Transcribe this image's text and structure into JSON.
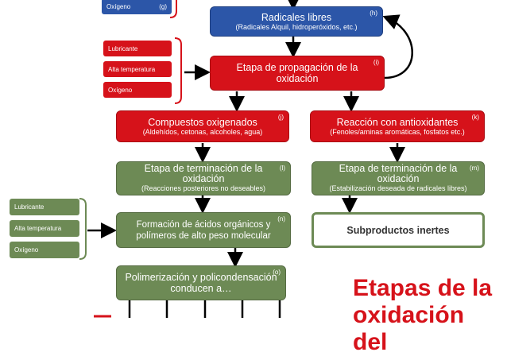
{
  "top_left_input": {
    "label": "Oxígeno",
    "tag": "(g)"
  },
  "radicales": {
    "title": "Radicales libres",
    "detail": "(Radicales Alquil, hidroperóxidos, etc.)",
    "tag": "(h)"
  },
  "propagation_inputs": [
    "Lubricante",
    "Alta temperatura",
    "Oxígeno"
  ],
  "propagacion": {
    "title": "Etapa de propagación de la oxidación",
    "tag": "(i)"
  },
  "compuestos": {
    "title": "Compuestos oxigenados",
    "detail": "(Aldehídos, cetonas, alcoholes, agua)",
    "tag": "(j)"
  },
  "antioxidantes": {
    "title": "Reacción con antioxidantes",
    "detail": "(Fenoles/aminas aromáticas, fosfatos etc.)",
    "tag": "(k)"
  },
  "terminacion_l": {
    "title": "Etapa de terminación de la oxidación",
    "detail": "(Reacciones posteriores no deseables)",
    "tag": "(l)"
  },
  "terminacion_m": {
    "title": "Etapa de terminación de la oxidación",
    "detail": "(Estabilización deseada de radicales libres)",
    "tag": "(m)"
  },
  "formation_inputs": [
    "Lubricante",
    "Alta temperatura",
    "Oxígeno"
  ],
  "formacion": {
    "title": "Formación de ácidos orgánicos y polímeros de alto peso molecular",
    "tag": "(n)"
  },
  "subproductos": {
    "title": "Subproductos inertes"
  },
  "polimerizacion": {
    "title": "Polimerización y policondensación conducen a…",
    "tag": "(o)"
  },
  "overlay_title": "Etapas de la oxidación del"
}
